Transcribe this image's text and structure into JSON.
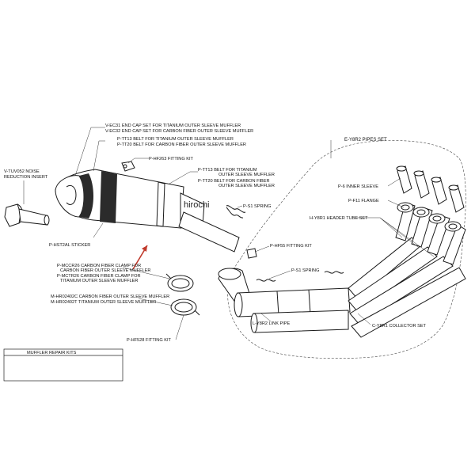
{
  "watermark": "hirochi",
  "labels": {
    "ec31": "V-EC31  END CAP SET FOR TITANIUM OUTER SLEEVE MUFFLER",
    "ec32": "V-EC32  END CAP SET FOR CARBON FIBER OUTER SLEEVE MUFFLER",
    "tt13a": "P-TT13  BELT FOR TITANIUM OUTER SLEEVE MUFFLER",
    "tt20a": "P-TT20  BELT FOR CARBON FIBER OUTER SLEEVE MUFFLER",
    "hf263": "P-HF263  FITTING KIT",
    "tt13b_1": "P-TT13  BELT FOR TITANIUM",
    "tt13b_2": "OUTER SLEEVE MUFFLER",
    "tt20b_1": "P-TT20  BELT FOR CARBON FIBER",
    "tt20b_2": "OUTER SLEEVE MUFFLER",
    "tuv_1": "V-TUV052 NOISE",
    "tuv_2": "REDUCTION INSERT",
    "s1a": "P-S1  SPRING",
    "hst": "P-HST2AL STICKER",
    "mccr_1": "P-MCCR26  CARBON FIBER CLAMP FOR",
    "mccr_2": "CARBON FIBER OUTER SLEEVE MUFFLER",
    "mctr_1": "P-MCTR26  CARBON FIBER CLAMP FOR",
    "mctr_2": "TITANIUM OUTER SLEEVE MUFFLER",
    "hr02402c": "M-HR02402C CARBON FIBER OUTER SLEEVE MUFFLER",
    "hr02402t": "M-HR02402T  TITANIUM OUTER SLEEVE MUFFLER",
    "hf528": "P-HF528 FITTING KIT",
    "pipes": "E-Y8R2 PIPES SET",
    "inner": "P-6  INNER SLEEVE",
    "flange": "P-F11  FLANGE",
    "header": "H-Y8R1 HEADER TUBE SET",
    "hf55": "P-HF55 FITTING KIT",
    "s1b": "P-S1  SPRING",
    "link": "L-Y8R2 LINK PIPE",
    "collector": "C-Y8R1 COLLECTOR SET",
    "repair": "MUFFLER REPAIR KITS"
  },
  "colors": {
    "arrow": "#c0392b",
    "line": "#1a1a1a",
    "muffler_band": "#2b2b2b"
  }
}
